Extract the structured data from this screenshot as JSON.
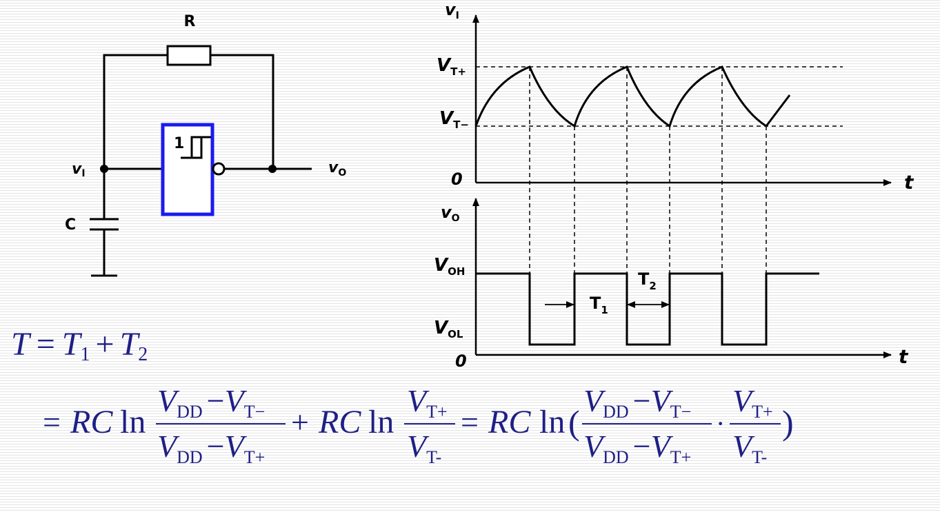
{
  "colors": {
    "wire": "#000000",
    "gate_outline": "#1a1aee",
    "formula": "#1f1f86"
  },
  "circuit": {
    "resistor_label": "R",
    "capacitor_label": "C",
    "gate_label": "1",
    "input_node": {
      "base": "v",
      "sub": "I"
    },
    "output_node": {
      "base": "v",
      "sub": "O"
    }
  },
  "waveform_input": {
    "y_label": {
      "base": "v",
      "sub": "I"
    },
    "upper_threshold": {
      "base": "V",
      "sub": "T+"
    },
    "lower_threshold": {
      "base": "V",
      "sub": "T−"
    },
    "origin": "0",
    "x_label": "t"
  },
  "waveform_output": {
    "y_label": {
      "base": "v",
      "sub": "O"
    },
    "high_level": {
      "base": "V",
      "sub": "OH"
    },
    "low_level": {
      "base": "V",
      "sub": "OL"
    },
    "origin": "0",
    "x_label": "t",
    "interval_1": {
      "base": "T",
      "sub": "1"
    },
    "interval_2": {
      "base": "T",
      "sub": "2"
    }
  },
  "formula": {
    "line1": {
      "T": "T",
      "eq": "=",
      "T1": "T",
      "T1_sub": "1",
      "plus": "+",
      "T2": "T",
      "T2_sub": "2"
    },
    "line2": {
      "eq1": "=",
      "rc1": "RC",
      "ln1": "ln",
      "frac1": {
        "num": {
          "a": "V",
          "a_sub": "DD",
          "minus": "−",
          "b": "V",
          "b_sub": "T−"
        },
        "den": {
          "a": "V",
          "a_sub": "DD",
          "minus": "−",
          "b": "V",
          "b_sub": "T+"
        }
      },
      "plus": "+",
      "rc2": "RC",
      "ln2": "ln",
      "frac2": {
        "num": {
          "b": "V",
          "b_sub": "T+"
        },
        "den": {
          "b": "V",
          "b_sub": "T-"
        }
      },
      "eq2": "=",
      "rc3": "RC",
      "ln3": "ln",
      "lparen": "(",
      "frac3": {
        "num": {
          "a": "V",
          "a_sub": "DD",
          "minus": "−",
          "b": "V",
          "b_sub": "T−"
        },
        "den": {
          "a": "V",
          "a_sub": "DD",
          "minus": "−",
          "b": "V",
          "b_sub": "T+"
        }
      },
      "dot": "·",
      "frac4": {
        "num": {
          "b": "V",
          "b_sub": "T+"
        },
        "den": {
          "b": "V",
          "b_sub": "T-"
        }
      },
      "rparen": ")"
    }
  }
}
